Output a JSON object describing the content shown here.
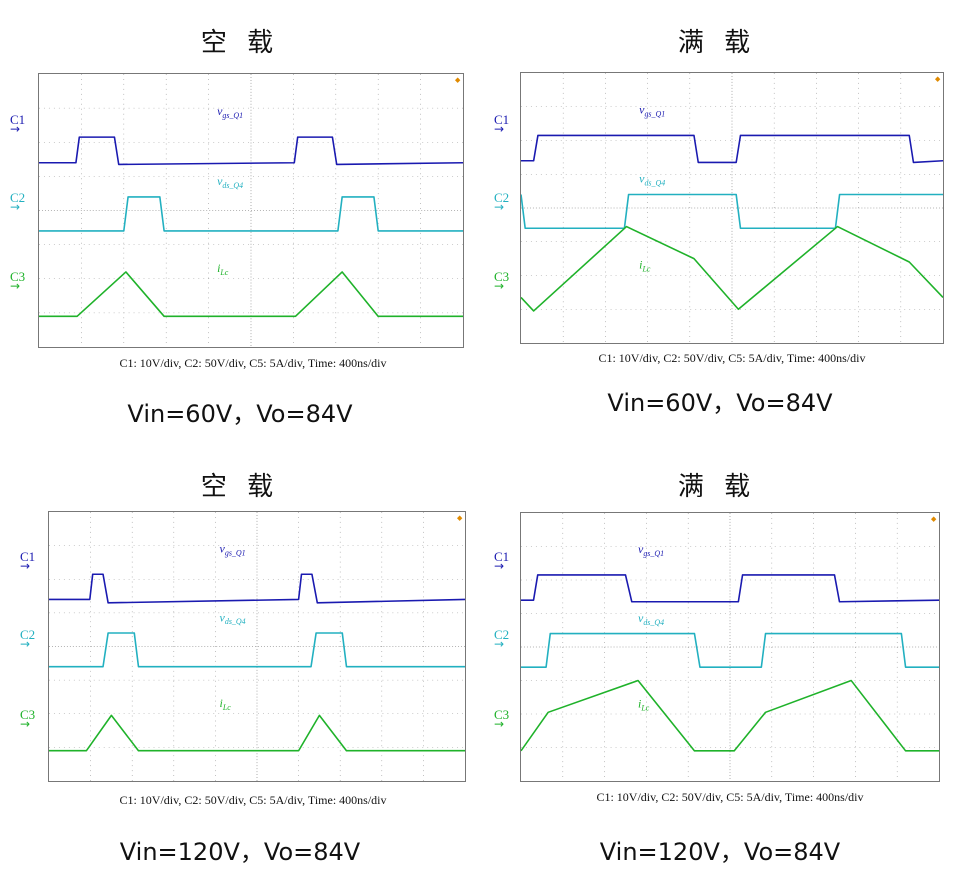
{
  "colors": {
    "c1": "#1a1ab0",
    "c2": "#22b0c0",
    "c3": "#1fb22a",
    "grid": "#9a9a9a",
    "frame": "#777777"
  },
  "channels": {
    "c1": "C1",
    "c2": "C2",
    "c3": "C3"
  },
  "trace_labels": {
    "c1": "v",
    "c1_sub": "gs_Q1",
    "c2": "v",
    "c2_sub": "ds_Q4",
    "c3": "i",
    "c3_sub": "Lc"
  },
  "panels": [
    {
      "title": "空 载",
      "caption": "C1: 10V/div, C2: 50V/div, C5: 5A/div, Time: 400ns/div",
      "condition": "Vin=60V，Vo=84V"
    },
    {
      "title": "满 载",
      "caption": "C1: 10V/div, C2: 50V/div, C5: 5A/div, Time: 400ns/div",
      "condition": "Vin=60V，Vo=84V"
    },
    {
      "title": "空 载",
      "caption": "C1: 10V/div, C2: 50V/div, C5: 5A/div, Time: 400ns/div",
      "condition": "Vin=120V，Vo=84V"
    },
    {
      "title": "满 载",
      "caption": "C1: 10V/div, C2: 50V/div, C5: 5A/div, Time: 400ns/div",
      "condition": "Vin=120V，Vo=84V"
    }
  ],
  "chart_data": [
    {
      "type": "line",
      "title": "空 载",
      "x_unit": "div",
      "x_range": [
        0,
        10
      ],
      "y_unit": "div",
      "y_range": [
        0,
        8
      ],
      "grid": true,
      "series": [
        {
          "name": "C1",
          "points": [
            [
              0,
              5.4
            ],
            [
              0.87,
              5.4
            ],
            [
              0.95,
              6.15
            ],
            [
              1.78,
              6.15
            ],
            [
              1.88,
              5.35
            ],
            [
              6.02,
              5.4
            ],
            [
              6.1,
              6.15
            ],
            [
              6.92,
              6.15
            ],
            [
              7.02,
              5.35
            ],
            [
              10,
              5.4
            ]
          ]
        },
        {
          "name": "C2",
          "points": [
            [
              0,
              3.4
            ],
            [
              2.0,
              3.4
            ],
            [
              2.1,
              4.4
            ],
            [
              2.85,
              4.4
            ],
            [
              2.95,
              3.4
            ],
            [
              7.05,
              3.4
            ],
            [
              7.15,
              4.4
            ],
            [
              7.9,
              4.4
            ],
            [
              8.0,
              3.4
            ],
            [
              10,
              3.4
            ]
          ]
        },
        {
          "name": "C3",
          "points": [
            [
              0,
              0.9
            ],
            [
              0.9,
              0.9
            ],
            [
              2.05,
              2.2
            ],
            [
              2.95,
              0.9
            ],
            [
              6.05,
              0.9
            ],
            [
              7.15,
              2.2
            ],
            [
              8.0,
              0.9
            ],
            [
              10,
              0.9
            ]
          ]
        }
      ]
    },
    {
      "type": "line",
      "title": "满 载",
      "x_unit": "div",
      "x_range": [
        0,
        10
      ],
      "y_unit": "div",
      "y_range": [
        0,
        8
      ],
      "grid": true,
      "series": [
        {
          "name": "C1",
          "points": [
            [
              0,
              5.4
            ],
            [
              0.3,
              5.4
            ],
            [
              0.4,
              6.15
            ],
            [
              4.1,
              6.15
            ],
            [
              4.2,
              5.35
            ],
            [
              5.1,
              5.35
            ],
            [
              5.2,
              6.15
            ],
            [
              9.2,
              6.15
            ],
            [
              9.3,
              5.35
            ],
            [
              10,
              5.4
            ]
          ]
        },
        {
          "name": "C2",
          "points": [
            [
              0,
              4.4
            ],
            [
              0.1,
              3.4
            ],
            [
              2.45,
              3.4
            ],
            [
              2.55,
              4.4
            ],
            [
              5.1,
              4.4
            ],
            [
              5.2,
              3.4
            ],
            [
              7.45,
              3.4
            ],
            [
              7.55,
              4.4
            ],
            [
              10,
              4.4
            ]
          ]
        },
        {
          "name": "C3",
          "points": [
            [
              0,
              1.35
            ],
            [
              0.3,
              0.95
            ],
            [
              2.5,
              3.45
            ],
            [
              4.1,
              2.5
            ],
            [
              5.15,
              1.0
            ],
            [
              7.5,
              3.45
            ],
            [
              9.2,
              2.4
            ],
            [
              10,
              1.35
            ]
          ]
        }
      ]
    },
    {
      "type": "line",
      "title": "空 载",
      "x_unit": "div",
      "x_range": [
        0,
        10
      ],
      "y_unit": "div",
      "y_range": [
        0,
        8
      ],
      "grid": true,
      "series": [
        {
          "name": "C1",
          "points": [
            [
              0,
              5.4
            ],
            [
              0.98,
              5.4
            ],
            [
              1.05,
              6.15
            ],
            [
              1.3,
              6.15
            ],
            [
              1.42,
              5.3
            ],
            [
              6.0,
              5.4
            ],
            [
              6.07,
              6.15
            ],
            [
              6.32,
              6.15
            ],
            [
              6.45,
              5.3
            ],
            [
              10,
              5.4
            ]
          ]
        },
        {
          "name": "C2",
          "points": [
            [
              0,
              3.4
            ],
            [
              1.3,
              3.4
            ],
            [
              1.42,
              4.4
            ],
            [
              2.05,
              4.4
            ],
            [
              2.15,
              3.4
            ],
            [
              6.3,
              3.4
            ],
            [
              6.42,
              4.4
            ],
            [
              7.05,
              4.4
            ],
            [
              7.15,
              3.4
            ],
            [
              10,
              3.4
            ]
          ]
        },
        {
          "name": "C3",
          "points": [
            [
              0,
              0.9
            ],
            [
              0.9,
              0.9
            ],
            [
              1.5,
              1.95
            ],
            [
              2.15,
              0.9
            ],
            [
              6.0,
              0.9
            ],
            [
              6.5,
              1.95
            ],
            [
              7.15,
              0.9
            ],
            [
              10,
              0.9
            ]
          ]
        }
      ]
    },
    {
      "type": "line",
      "title": "满 载",
      "x_unit": "div",
      "x_range": [
        0,
        10
      ],
      "y_unit": "div",
      "y_range": [
        0,
        8
      ],
      "grid": true,
      "series": [
        {
          "name": "C1",
          "points": [
            [
              0,
              5.4
            ],
            [
              0.3,
              5.4
            ],
            [
              0.4,
              6.15
            ],
            [
              2.5,
              6.15
            ],
            [
              2.65,
              5.35
            ],
            [
              5.2,
              5.35
            ],
            [
              5.3,
              6.15
            ],
            [
              7.5,
              6.15
            ],
            [
              7.62,
              5.35
            ],
            [
              10,
              5.4
            ]
          ]
        },
        {
          "name": "C2",
          "points": [
            [
              0,
              3.4
            ],
            [
              0.6,
              3.4
            ],
            [
              0.7,
              4.4
            ],
            [
              4.15,
              4.4
            ],
            [
              4.28,
              3.4
            ],
            [
              5.75,
              3.4
            ],
            [
              5.85,
              4.4
            ],
            [
              9.1,
              4.4
            ],
            [
              9.2,
              3.4
            ],
            [
              10,
              3.4
            ]
          ]
        },
        {
          "name": "C3",
          "points": [
            [
              0,
              0.9
            ],
            [
              0.65,
              2.05
            ],
            [
              2.8,
              3.0
            ],
            [
              4.15,
              0.9
            ],
            [
              5.1,
              0.9
            ],
            [
              5.85,
              2.05
            ],
            [
              7.9,
              3.0
            ],
            [
              9.2,
              0.9
            ],
            [
              10,
              0.9
            ]
          ]
        }
      ]
    }
  ]
}
